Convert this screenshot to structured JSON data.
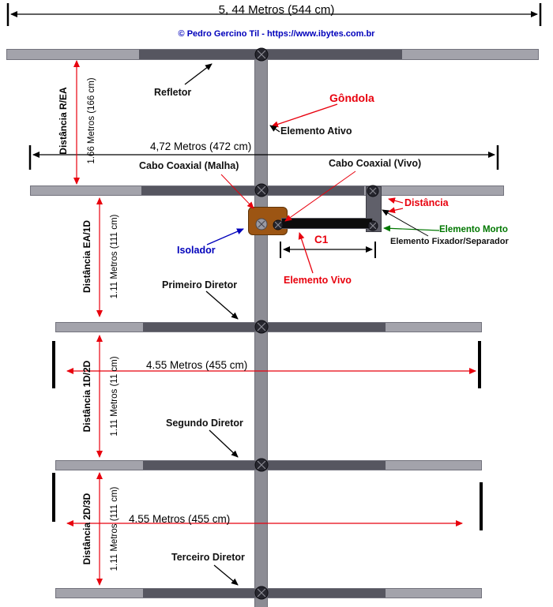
{
  "page": {
    "copyright": "© Pedro Gercino Til - https://www.ibytes.com.br"
  },
  "dimensions": {
    "total_width": "5, 44 Metros (544 cm)",
    "active_element_width": "4,72 Metros (472 cm)",
    "director_span_1": "4.55 Metros (455 cm)",
    "director_span_2": "4.55 Metros (455 cm)"
  },
  "spacings": {
    "r_ea": {
      "label": "Distância R/EA",
      "value": "1.66 Metros (166 cm)"
    },
    "ea_1d": {
      "label": "Distância EA/1D",
      "value": "1.11 Metros (111 cm)"
    },
    "d1_2d": {
      "label": "Distância 1D/2D",
      "value": "1.11 Metros (11 cm)"
    },
    "d2_3d": {
      "label": "Distância 2D/3D",
      "value": "1.11 Metros (111 cm)"
    }
  },
  "labels": {
    "refletor": "Refletor",
    "gondola": "Gôndola",
    "elemento_ativo": "Elemento Ativo",
    "cabo_malha": "Cabo Coaxial (Malha)",
    "cabo_vivo": "Cabo Coaxial (Vivo)",
    "distancia": "Distância",
    "elemento_morto": "Elemento Morto",
    "fixador": "Elemento Fixador/Separador",
    "isolador": "Isolador",
    "c1": "C1",
    "elemento_vivo": "Elemento Vivo",
    "primeiro_diretor": "Primeiro Diretor",
    "segundo_diretor": "Segundo Diretor",
    "terceiro_diretor": "Terceiro Diretor"
  },
  "icons": {
    "bolt": "hatched-screw-head"
  },
  "colors": {
    "accent_red": "#e8000d",
    "accent_blue": "#0000bb",
    "accent_green": "#007700",
    "boom_gray": "#8c8c94",
    "element_light": "#a3a3ab",
    "element_dark": "#565660",
    "isolator_brown": "#9c5513",
    "rod_black": "#0d0d0d"
  }
}
